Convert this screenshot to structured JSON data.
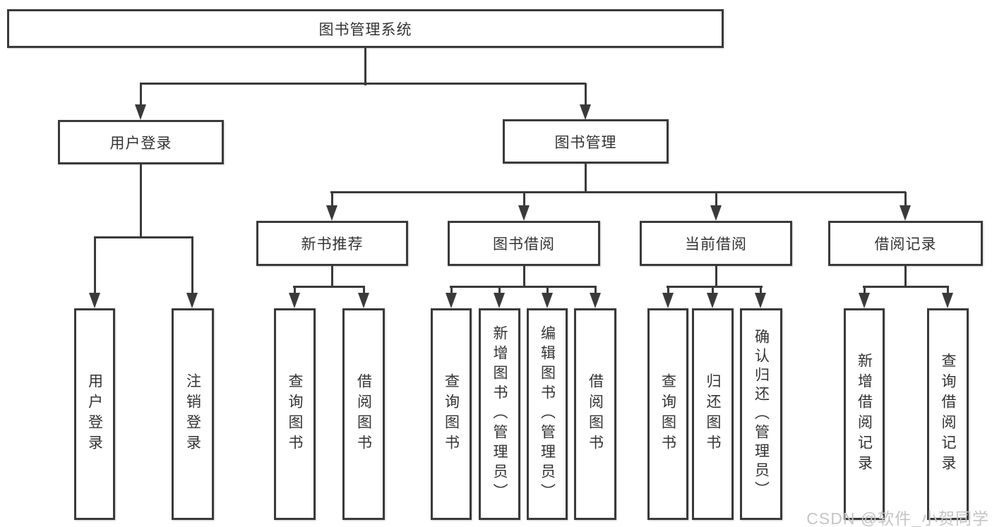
{
  "diagram": {
    "root": {
      "label": "图书管理系统"
    },
    "level2": [
      {
        "label": "用户登录"
      },
      {
        "label": "图书管理"
      }
    ],
    "level3": [
      {
        "label": "新书推荐"
      },
      {
        "label": "图书借阅"
      },
      {
        "label": "当前借阅"
      },
      {
        "label": "借阅记录"
      }
    ],
    "leaves": {
      "user_login": [
        {
          "label": "用户登录"
        },
        {
          "label": "注销登录"
        }
      ],
      "new_books": [
        {
          "label": "查询图书"
        },
        {
          "label": "借阅图书"
        }
      ],
      "book_borrow": [
        {
          "label": "查询图书"
        },
        {
          "label": "新增图书（管理员）"
        },
        {
          "label": "编辑图书（管理员）"
        },
        {
          "label": "借阅图书"
        }
      ],
      "current_borrow": [
        {
          "label": "查询图书"
        },
        {
          "label": "归还图书"
        },
        {
          "label": "确认归还（管理员）"
        }
      ],
      "borrow_records": [
        {
          "label": "新增借阅记录"
        },
        {
          "label": "查询借阅记录"
        }
      ]
    }
  },
  "watermark": {
    "text": "CSDN @软件_小贺同学"
  },
  "colors": {
    "line": "#3a3a3a",
    "text": "#333333",
    "watermark": "#c4c4c4",
    "background": "#ffffff"
  }
}
